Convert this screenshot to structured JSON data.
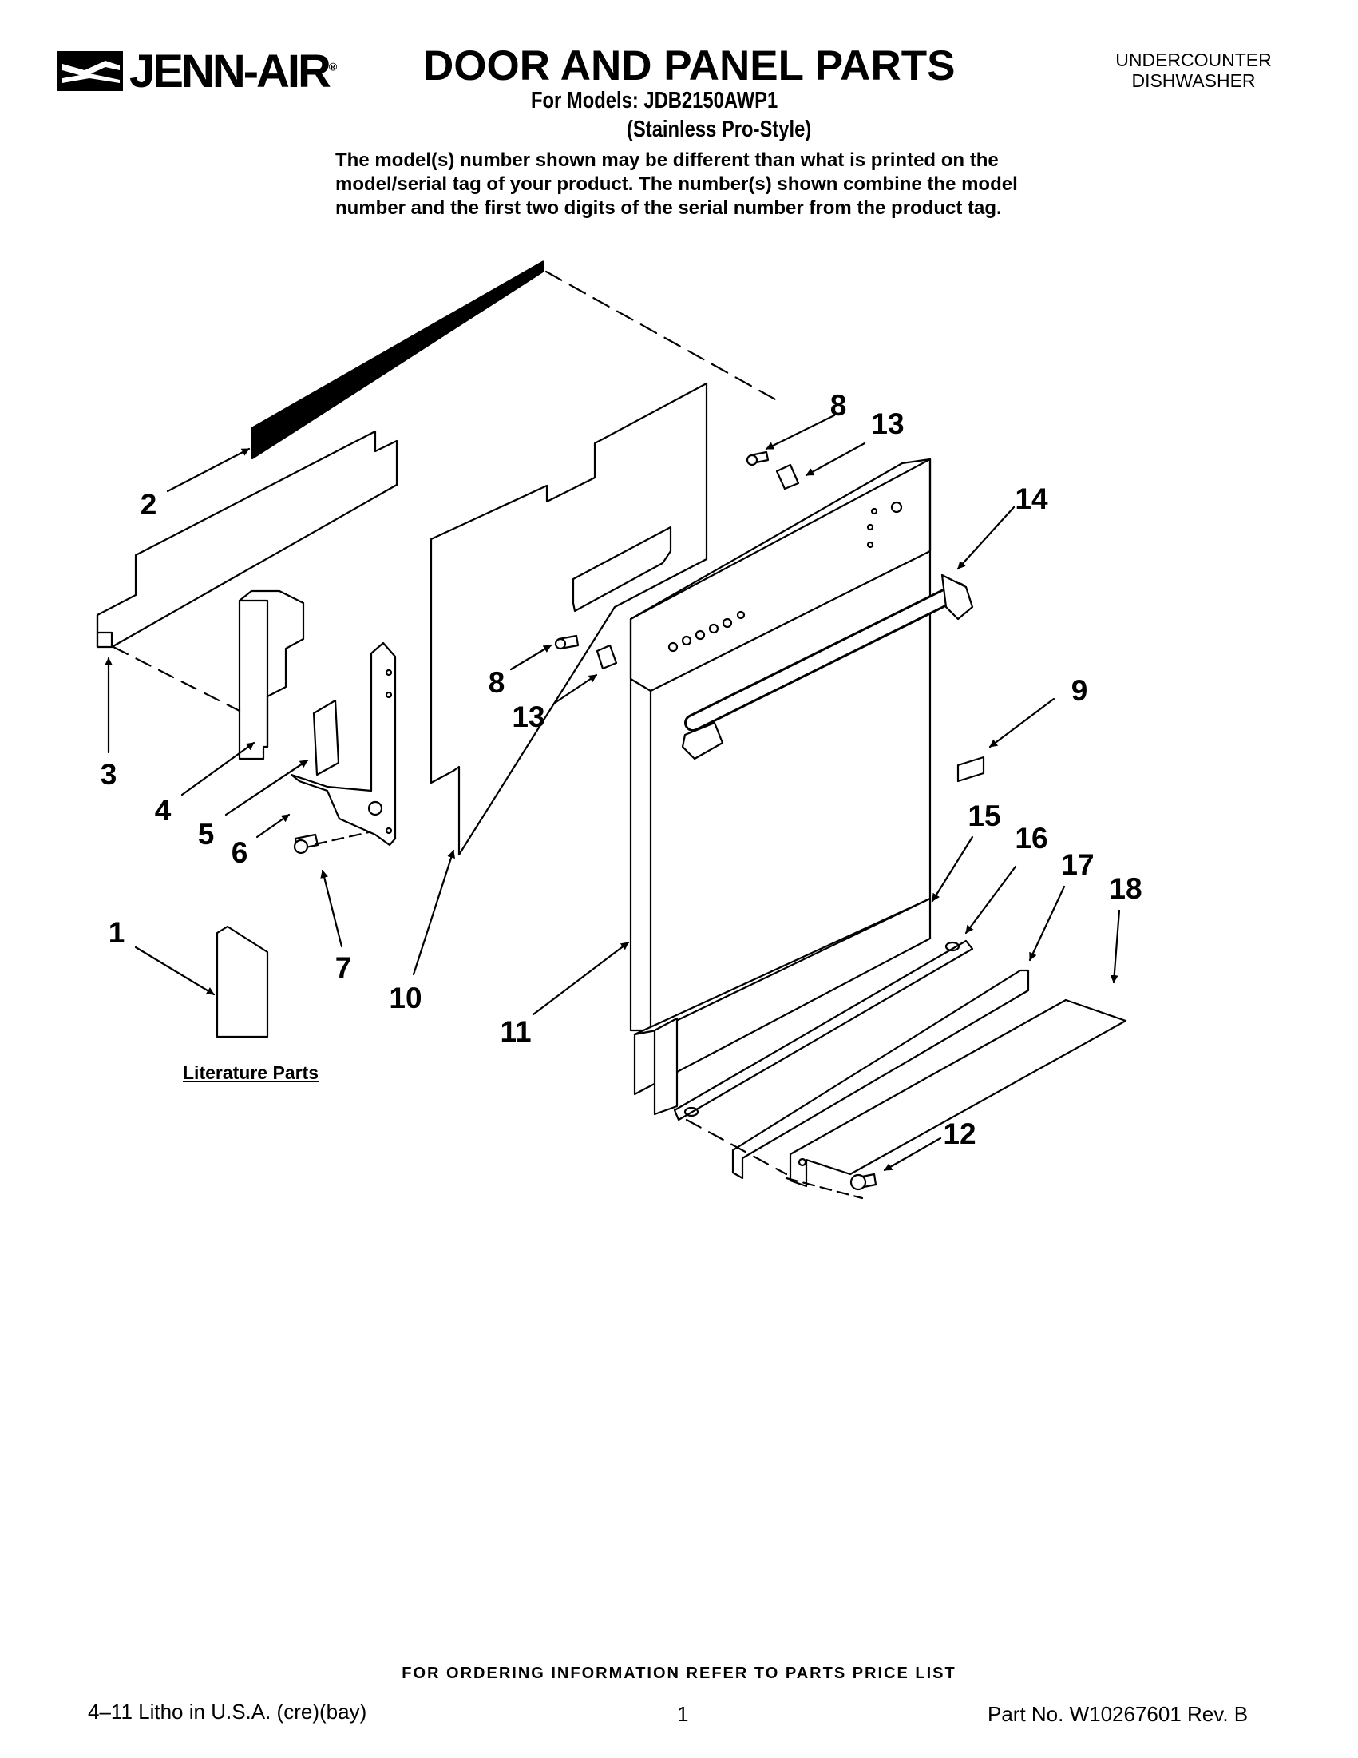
{
  "header": {
    "brand": "JENN-AIR",
    "brand_mark": "®",
    "title": "DOOR AND PANEL PARTS",
    "product_line_1": "UNDERCOUNTER",
    "product_line_2": "DISHWASHER",
    "models": "For Models: JDB2150AWP1",
    "variant": "(Stainless Pro-Style)",
    "note_lines": [
      "The model(s) number shown may be different than what is printed on the",
      "model/serial tag of your product. The number(s) shown combine the model",
      "number and the first two digits of the serial number from the product tag."
    ]
  },
  "callouts": {
    "c1": "1",
    "c2": "2",
    "c3": "3",
    "c4": "4",
    "c5": "5",
    "c6": "6",
    "c7": "7",
    "c8a": "8",
    "c8b": "8",
    "c9": "9",
    "c10": "10",
    "c11": "11",
    "c12": "12",
    "c13a": "13",
    "c13b": "13",
    "c14": "14",
    "c15": "15",
    "c16": "16",
    "c17": "17",
    "c18": "18"
  },
  "literature_label": "Literature Parts",
  "footer": {
    "ordering": "FOR ORDERING INFORMATION REFER TO PARTS PRICE LIST",
    "litho": "4–11 Litho in U.S.A. (cre)(bay)",
    "page": "1",
    "part_no": "Part No. W10267601 Rev. B"
  }
}
